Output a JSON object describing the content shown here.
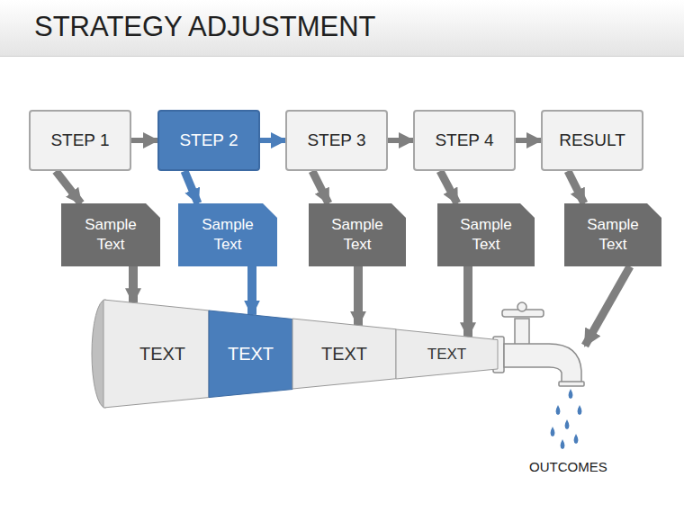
{
  "diagram": {
    "title": "STRATEGY ADJUSTMENT",
    "nodes": [
      {
        "text": [
          "STEP 1"
        ]
      },
      {
        "text": [
          "STEP 2"
        ]
      },
      {
        "text": [
          "STEP 3"
        ]
      },
      {
        "text": [
          "STEP 4"
        ]
      },
      {
        "text": [
          "RESULT"
        ]
      },
      {
        "text": [
          "Sample Text"
        ]
      },
      {
        "text": [
          "Sample Text"
        ]
      },
      {
        "text": [
          "Sample Text"
        ]
      },
      {
        "text": [
          "Sample Text"
        ]
      },
      {
        "text": [
          "Sample Text"
        ]
      },
      {
        "text": [
          "TEXT"
        ]
      },
      {
        "text": [
          "TEXT"
        ]
      },
      {
        "text": [
          "TEXT"
        ]
      },
      {
        "text": [
          "TEXT"
        ]
      }
    ],
    "edges": [
      {
        "from": 0,
        "to": 1,
        "arrow": "to"
      },
      {
        "from": 1,
        "to": 2,
        "arrow": "to"
      },
      {
        "from": 2,
        "to": 3,
        "arrow": "to"
      },
      {
        "from": 3,
        "to": 4,
        "arrow": "to"
      },
      {
        "from": 0,
        "to": 5,
        "arrow": "to"
      },
      {
        "from": 1,
        "to": 6,
        "arrow": "to"
      },
      {
        "from": 2,
        "to": 7,
        "arrow": "to"
      },
      {
        "from": 3,
        "to": 8,
        "arrow": "to"
      },
      {
        "from": 4,
        "to": 9,
        "arrow": "to"
      },
      {
        "from": 5,
        "to": 10,
        "arrow": "to"
      },
      {
        "from": 6,
        "to": 11,
        "arrow": "to"
      },
      {
        "from": 7,
        "to": 12,
        "arrow": "to"
      },
      {
        "from": 8,
        "to": 13,
        "arrow": "to"
      }
    ],
    "labels": [
      "OUTCOMES"
    ]
  }
}
